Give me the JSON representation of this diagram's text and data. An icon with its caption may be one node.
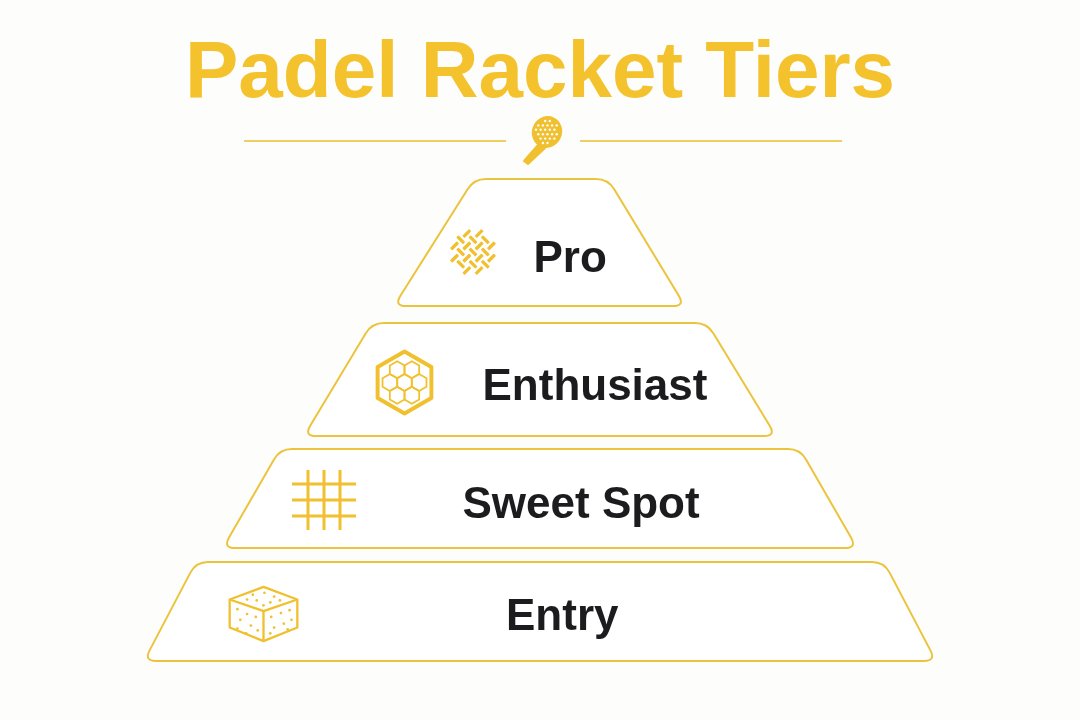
{
  "diagram": {
    "title": "Padel Racket Tiers",
    "nodes": [
      {
        "text": [
          "Pro"
        ]
      },
      {
        "text": [
          "Enthusiast"
        ]
      },
      {
        "text": [
          "Sweet Spot"
        ]
      },
      {
        "text": [
          "Entry"
        ]
      }
    ]
  }
}
